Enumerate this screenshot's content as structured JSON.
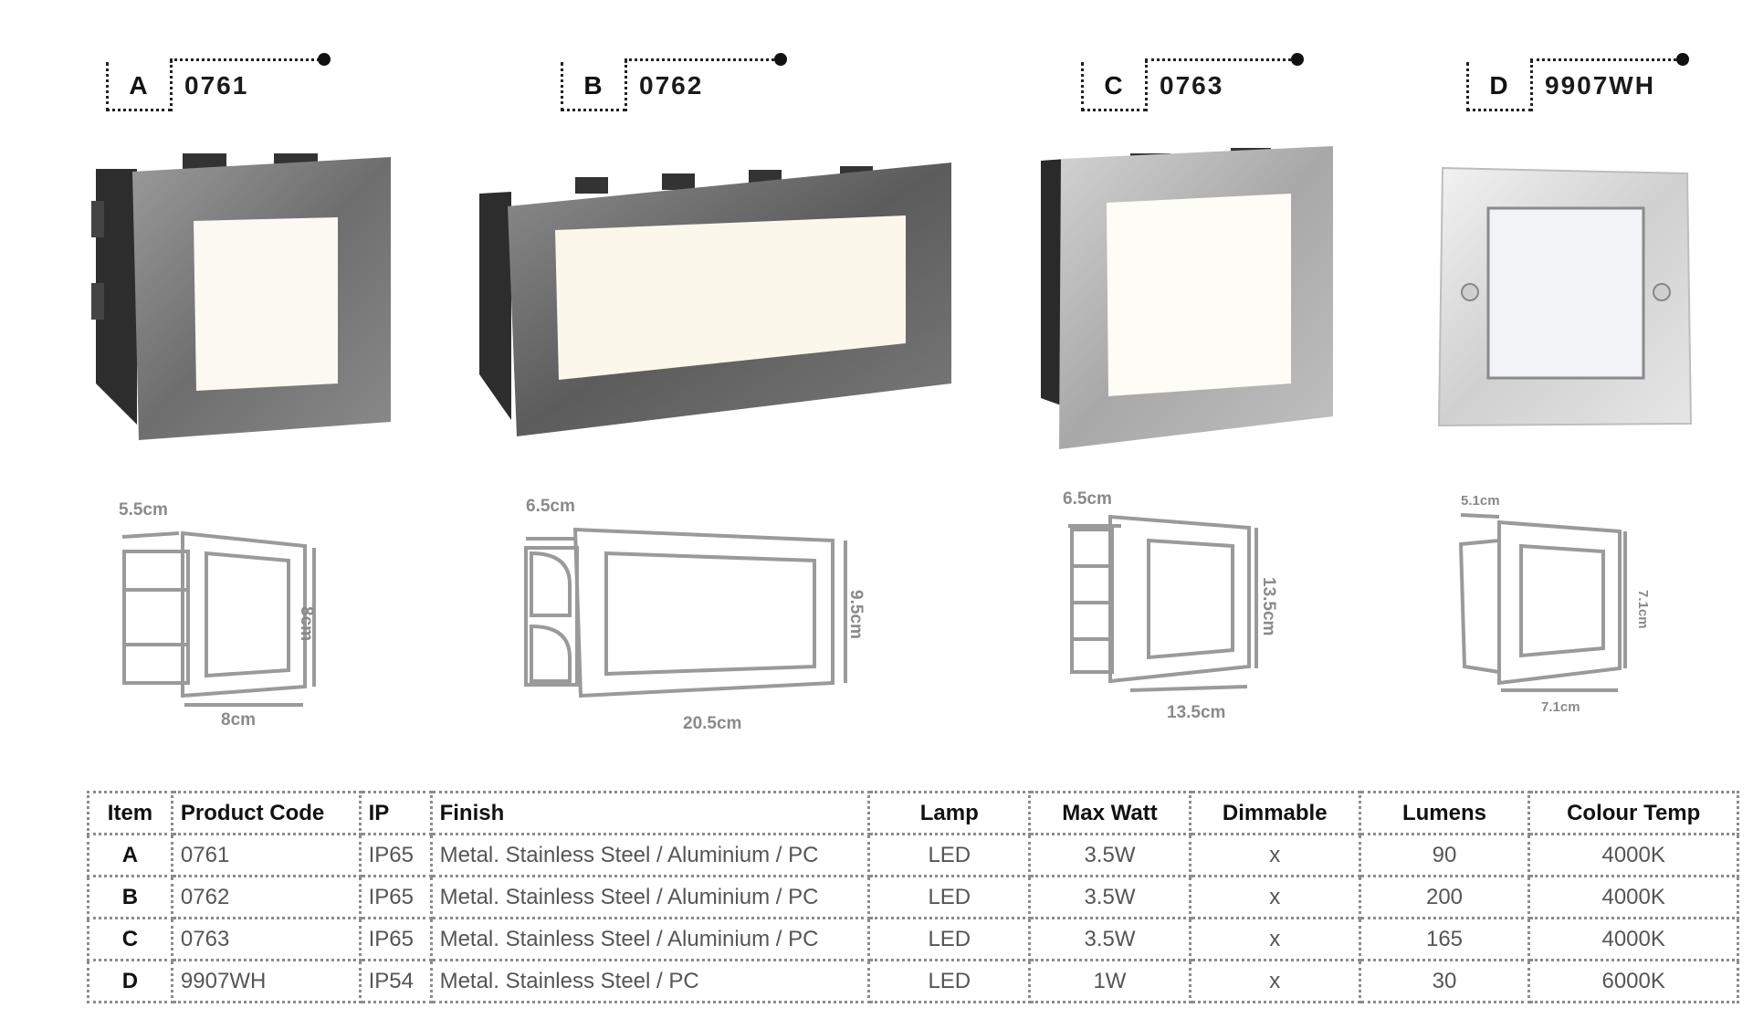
{
  "products": [
    {
      "letter": "A",
      "code": "0761"
    },
    {
      "letter": "B",
      "code": "0762"
    },
    {
      "letter": "C",
      "code": "0763"
    },
    {
      "letter": "D",
      "code": "9907WH"
    }
  ],
  "dimensions": {
    "a": {
      "depth": "5.5cm",
      "height": "8cm",
      "width": "8cm"
    },
    "b": {
      "depth": "6.5cm",
      "height": "9.5cm",
      "width": "20.5cm"
    },
    "c": {
      "depth": "6.5cm",
      "height": "13.5cm",
      "width": "13.5cm"
    },
    "d": {
      "depth": "5.1cm",
      "height": "7.1cm",
      "width": "7.1cm"
    }
  },
  "table": {
    "headers": [
      "Item",
      "Product Code",
      "IP",
      "Finish",
      "Lamp",
      "Max Watt",
      "Dimmable",
      "Lumens",
      "Colour Temp"
    ],
    "rows": [
      [
        "A",
        "0761",
        "IP65",
        "Metal. Stainless Steel / Aluminium / PC",
        "LED",
        "3.5W",
        "x",
        "90",
        "4000K"
      ],
      [
        "B",
        "0762",
        "IP65",
        "Metal. Stainless Steel / Aluminium / PC",
        "LED",
        "3.5W",
        "x",
        "200",
        "4000K"
      ],
      [
        "C",
        "0763",
        "IP65",
        "Metal. Stainless Steel / Aluminium / PC",
        "LED",
        "3.5W",
        "x",
        "165",
        "4000K"
      ],
      [
        "D",
        "9907WH",
        "IP54",
        "Metal. Stainless Steel / PC",
        "LED",
        "1W",
        "x",
        "30",
        "6000K"
      ]
    ]
  }
}
